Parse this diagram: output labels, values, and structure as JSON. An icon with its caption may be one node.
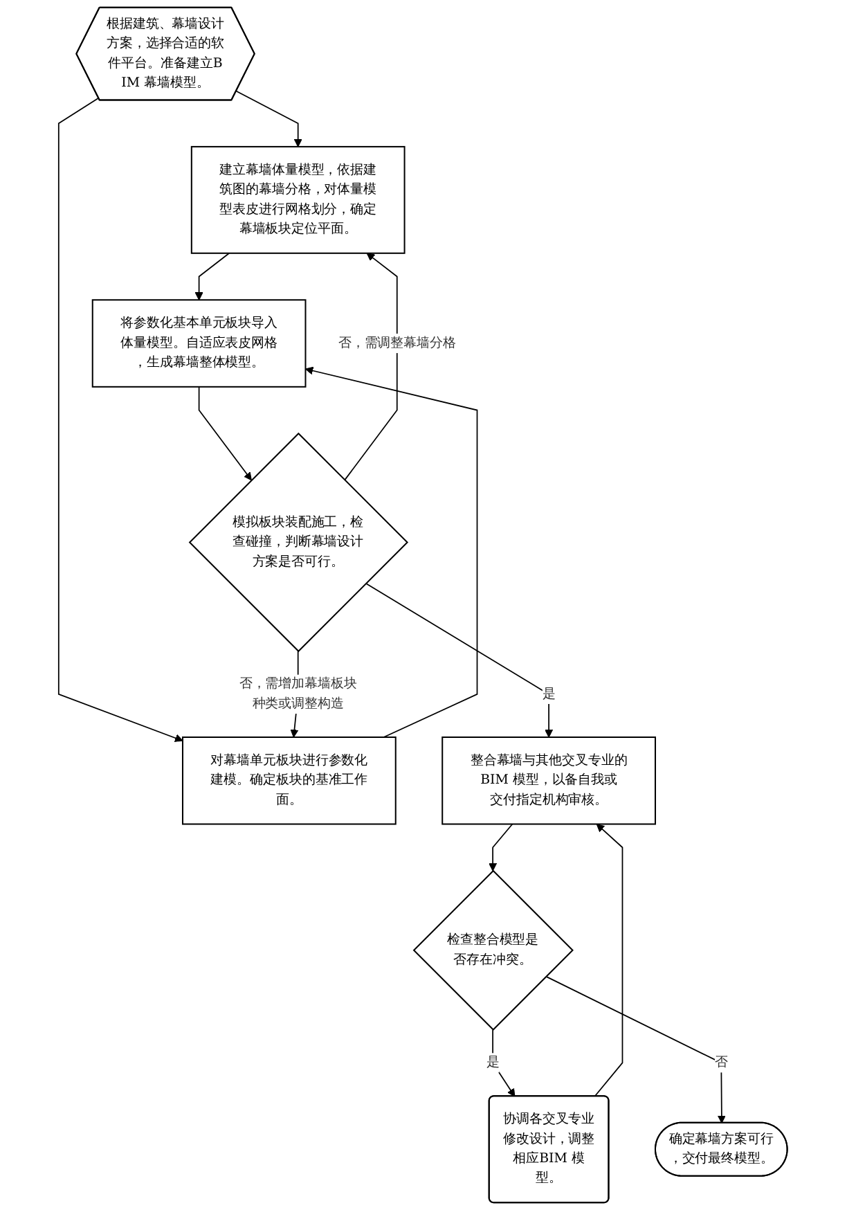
{
  "diagram": {
    "nodes": [
      {
        "text": [
          "根据建筑、幕墙设计方案，选择合适的软件平台。准备建立BIM 幕墙模型。"
        ]
      },
      {
        "text": [
          "建立幕墙体量模型，依据建筑图的幕墙分格，对体量模型表皮进行网格划分，确定幕墙板块定位平面。"
        ]
      },
      {
        "text": [
          "对幕墙单元板块进行参数化建模。确定板块的基准工作面。"
        ]
      },
      {
        "text": [
          "将参数化基本单元板块导入体量模型。自适应表皮网格，生成幕墙整体模型。"
        ]
      },
      {
        "text": [
          "模拟板块装配施工，检查碰撞，判断幕墙设计方案是否可行。"
        ]
      },
      {
        "text": [
          "整合幕墙与其他交叉专业的BIM 模型，以备自我或交付指定机构审核。"
        ]
      },
      {
        "text": [
          "检查整合模型是否存在冲突。"
        ]
      },
      {
        "text": [
          "协调各交叉专业修改设计，调整相应BIM 模型。"
        ]
      },
      {
        "text": [
          "确定幕墙方案可行，交付最终模型。"
        ]
      }
    ],
    "edges": [
      {
        "from": 0,
        "to": 1,
        "arrow": "to"
      },
      {
        "from": 0,
        "to": 2,
        "arrow": "to"
      },
      {
        "from": 1,
        "to": 3,
        "arrow": "to"
      },
      {
        "from": 2,
        "to": 3,
        "arrow": "to"
      },
      {
        "from": 3,
        "to": 4,
        "arrow": "to"
      },
      {
        "from": 4,
        "to": 1,
        "arrow": "to",
        "label": "否，需调整幕墙分格"
      },
      {
        "from": 4,
        "to": 2,
        "arrow": "to",
        "label": "否，需增加幕墙板块种类或调整构造"
      },
      {
        "from": 4,
        "to": 5,
        "arrow": "to",
        "label": "是"
      },
      {
        "from": 5,
        "to": 6,
        "arrow": "to"
      },
      {
        "from": 6,
        "to": 7,
        "arrow": "to",
        "label": "是"
      },
      {
        "from": 7,
        "to": 5,
        "arrow": "to"
      },
      {
        "from": 6,
        "to": 8,
        "arrow": "to",
        "label": "否"
      }
    ]
  }
}
